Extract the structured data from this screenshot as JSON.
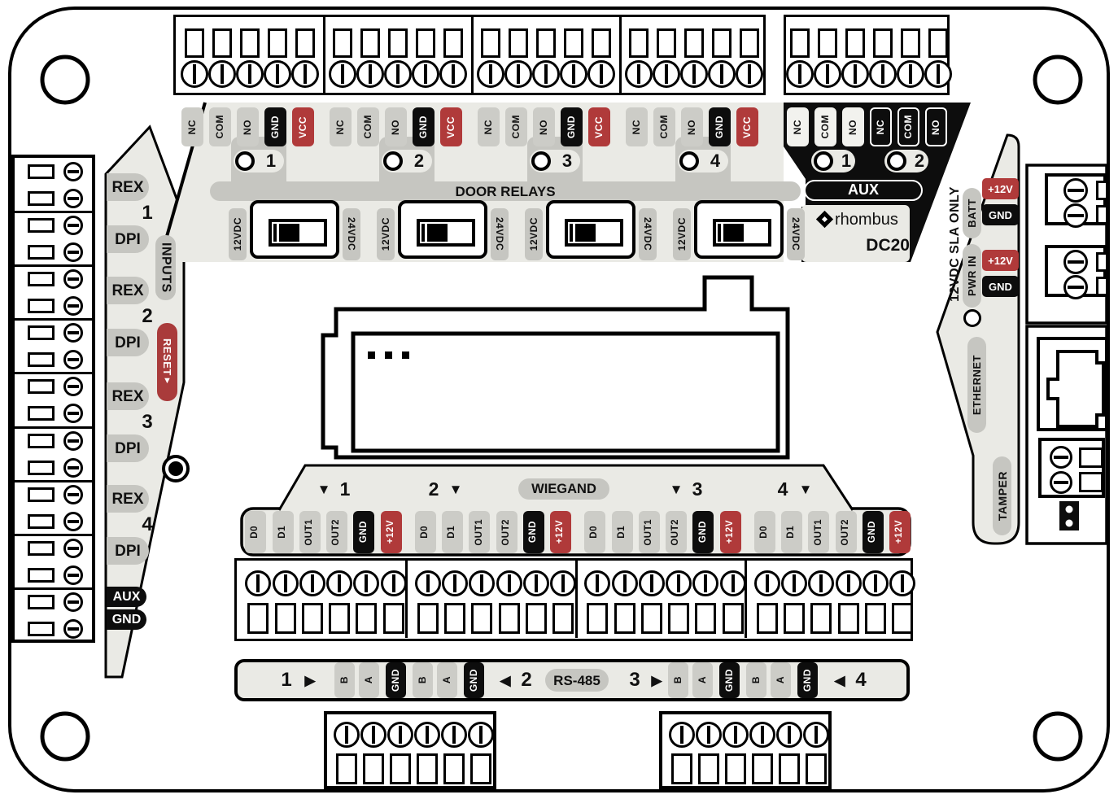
{
  "product": {
    "brand": "rhombus",
    "model": "DC20"
  },
  "door_relays": {
    "title": "DOOR RELAYS",
    "pin_labels": [
      "NC",
      "COM",
      "NO",
      "GND",
      "VCC"
    ],
    "pin_styles": [
      "gray",
      "gray",
      "gray",
      "black",
      "red"
    ],
    "relay_numbers": [
      "1",
      "2",
      "3",
      "4"
    ],
    "switch_left_label": "12VDC",
    "switch_right_label": "24VDC"
  },
  "aux_relays": {
    "title": "AUX",
    "numbers": [
      "1",
      "2"
    ],
    "pin_labels": [
      "NC",
      "COM",
      "NO",
      "NC",
      "COM",
      "NO"
    ],
    "pin_styles": [
      "white",
      "white",
      "white",
      "outline",
      "outline",
      "outline"
    ]
  },
  "inputs": {
    "title": "INPUTS",
    "reset_label": "RESET",
    "reset_arrow": "▼",
    "groups": [
      {
        "top": "REX",
        "number": "1",
        "bottom": "DPI"
      },
      {
        "top": "REX",
        "number": "2",
        "bottom": "DPI"
      },
      {
        "top": "REX",
        "number": "3",
        "bottom": "DPI"
      },
      {
        "top": "REX",
        "number": "4",
        "bottom": "DPI"
      }
    ],
    "tail_labels": [
      "AUX",
      "GND"
    ]
  },
  "wiegand": {
    "title": "WIEGAND",
    "pin_labels": [
      "D0",
      "D1",
      "OUT1",
      "OUT2",
      "GND",
      "+12V"
    ],
    "pin_styles": [
      "gray",
      "gray",
      "gray",
      "gray",
      "black",
      "red"
    ],
    "ports": [
      {
        "number": "1",
        "marker": "▼",
        "marker_side": "before"
      },
      {
        "number": "2",
        "marker": "▼",
        "marker_side": "after"
      },
      {
        "number": "3",
        "marker": "▼",
        "marker_side": "before"
      },
      {
        "number": "4",
        "marker": "▼",
        "marker_side": "after"
      }
    ]
  },
  "rs485": {
    "title": "RS-485",
    "pin_labels": [
      "B",
      "A",
      "GND"
    ],
    "pin_styles": [
      "gray",
      "gray",
      "black"
    ],
    "ports": [
      {
        "number": "1",
        "marker": "▶",
        "marker_side": "after"
      },
      {
        "number": "2",
        "marker": "◀",
        "marker_side": "before"
      },
      {
        "number": "3",
        "marker": "▶",
        "marker_side": "after"
      },
      {
        "number": "4",
        "marker": "◀",
        "marker_side": "before"
      }
    ]
  },
  "power": {
    "note": "12VDC SLA ONLY",
    "battery": {
      "label": "BATT",
      "pins": [
        "+12V",
        "GND"
      ]
    },
    "power_in": {
      "label": "PWR IN",
      "pins": [
        "+12V",
        "GND"
      ]
    }
  },
  "ethernet": {
    "label": "ETHERNET"
  },
  "tamper": {
    "label": "TAMPER"
  },
  "colors": {
    "panel": "#eaeae5",
    "pin_gray": "#ccccc7",
    "band_gray": "#c6c6c1",
    "black": "#0d0d0d",
    "red": "#b03a3a",
    "reset_red": "#a93b3b",
    "white_pill": "#f2f2ee",
    "ink": "#111111",
    "line": "#000000"
  }
}
